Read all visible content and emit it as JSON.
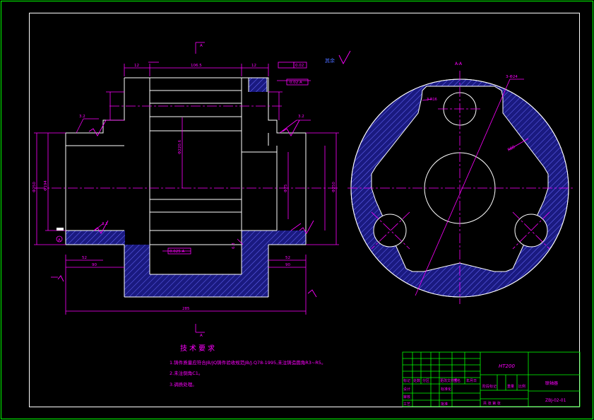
{
  "colors": {
    "background": "#000000",
    "border": "#00ff00",
    "outline": "#ffffff",
    "dimension": "#ff00ff",
    "hatch": "#2020a0",
    "centerline": "#ff00ff",
    "title_block": "#00ff00",
    "title_text": "#ff00ff"
  },
  "views": {
    "section_marker": "A",
    "section_view_label": "A-A",
    "roughness_label": "其余"
  },
  "dimensions": {
    "left_view": {
      "top_left_width": "12",
      "top_width": "106.5",
      "top_right_width": "12",
      "tolerance_box": "0.02",
      "keyway_box": "0.02 A",
      "overall_length": "285",
      "bottom_left_1": "52",
      "bottom_left_2": "90",
      "bottom_right_1": "52",
      "bottom_right_2": "90",
      "left_height": "Φ250",
      "left_inner": "Φ194",
      "right_inner": "Φ75",
      "right_outer": "Φ250",
      "center_height": "Φ220.6",
      "roughness_left": "3.2",
      "roughness_right": "3.2",
      "roughness_mid": "3.2",
      "roughness_bottom": "6.3",
      "bottom_box": "0.025 A",
      "datum": "A"
    },
    "right_view": {
      "hole_label": "3-Φ24",
      "radius_label": "R80",
      "small_label": "3-R16"
    }
  },
  "technical_requirements": {
    "title": "技术要求",
    "items": [
      "1.铸件质量应符合JB/JQ铸件验收规范JB/J.Q78-1995,未注铸造圆角R3~R5。",
      "2.未注倒角C1。",
      "3.调质处理。"
    ]
  },
  "title_block": {
    "material": "HT200",
    "part_name": "联轴器",
    "drawing_no": "ZBJ-02-01",
    "rows": [
      "标记",
      "处数",
      "分区",
      "更改文件号",
      "签名",
      "年月日"
    ],
    "roles": [
      "设计",
      "审核",
      "工艺"
    ],
    "standard_label": "标准化",
    "approve_label": "批准",
    "stage_label": "阶段标记",
    "weight_label": "重量",
    "scale_label": "比例",
    "sheet_label": "共 张 第 张"
  }
}
